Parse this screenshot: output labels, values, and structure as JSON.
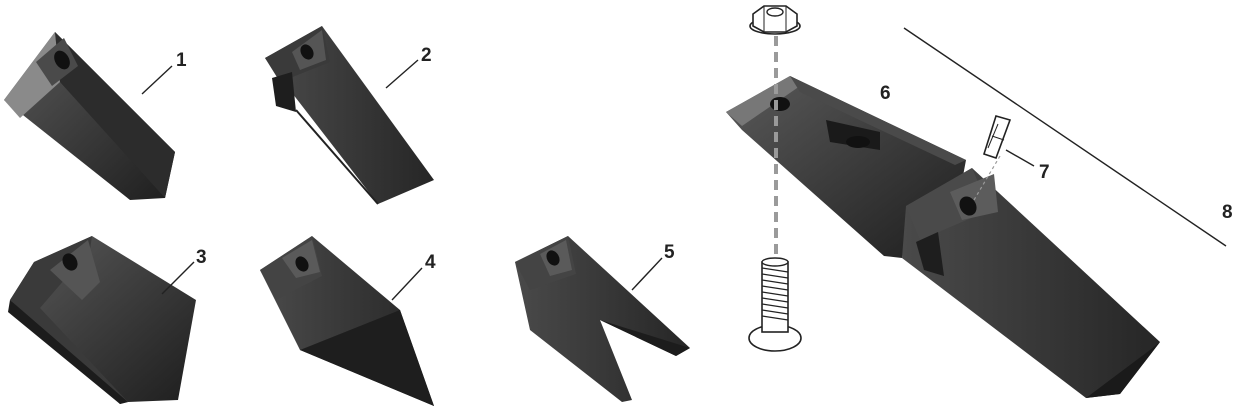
{
  "callouts": [
    {
      "id": "c1",
      "number": "1"
    },
    {
      "id": "c2",
      "number": "2"
    },
    {
      "id": "c3",
      "number": "3"
    },
    {
      "id": "c4",
      "number": "4"
    },
    {
      "id": "c5",
      "number": "5"
    },
    {
      "id": "c6",
      "number": "6"
    },
    {
      "id": "c7",
      "number": "7"
    },
    {
      "id": "c8",
      "number": "8"
    }
  ],
  "colors": {
    "part_dark": "#2b2b2b",
    "part_mid": "#3d3d3d",
    "part_light": "#6a6a6a",
    "leader": "#222222",
    "dash": "#9a9a9a"
  },
  "icons": [
    "nut-icon",
    "bolt-icon",
    "pin-icon"
  ]
}
